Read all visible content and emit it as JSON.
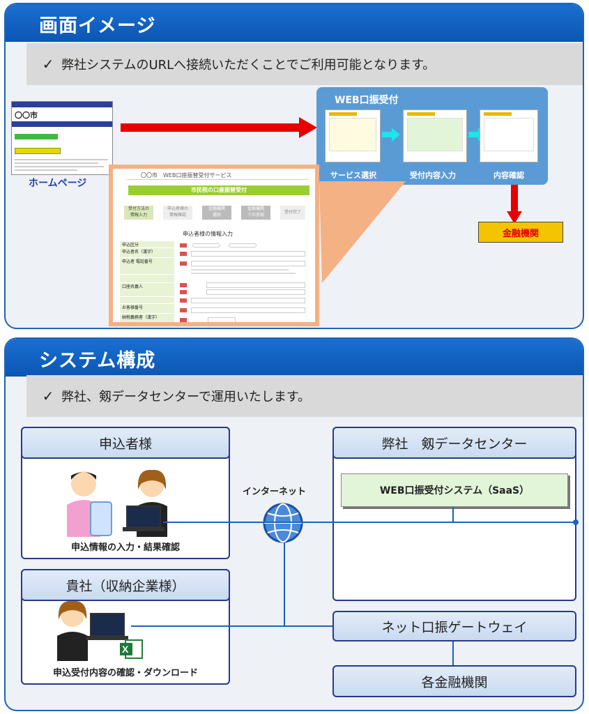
{
  "section1": {
    "title": "画面イメージ",
    "bullet": "弊社システムのURLへ接続いただくことでご利用可能となります。",
    "homepage": {
      "logo": "〇〇市",
      "caption": "ホームページ"
    },
    "web_panel": {
      "title": "WEB口振受付",
      "steps": [
        "サービス選択",
        "受付内容入力",
        "内容確認"
      ]
    },
    "bank_box": "金融機関",
    "form": {
      "header": "〇〇市　WEB口座振替受付サービス",
      "banner": "市民税の口座振替受付",
      "steps": [
        "受付方法の\n情報入力",
        "申込者様の\n情報確認",
        "金融機関\n選択",
        "金融機関\nでの手続",
        "受付完了"
      ],
      "heading": "申込者様の情報入力",
      "rows": [
        "申込区分",
        "申込者名（漢字）",
        "申込者 電話番号",
        "",
        "口座名義人",
        "",
        "お客様番号",
        "納税義務者（漢字）",
        "",
        ""
      ]
    }
  },
  "section2": {
    "title": "システム構成",
    "bullet": "弊社、剱データセンターで運用いたします。",
    "applicant": {
      "title": "申込者様",
      "caption": "申込情報の入力・結果確認"
    },
    "company": {
      "title": "貴社（収納企業様）",
      "caption": "申込受付内容の確認・ダウンロード"
    },
    "internet_label": "インターネット",
    "datacenter": {
      "title": "弊社　剱データセンター",
      "system": "WEB口振受付システム（SaaS）"
    },
    "gateway": "ネット口振ゲートウェイ",
    "banks": "各金融機関"
  },
  "colors": {
    "brand_blue": "#1d63b8",
    "arrow_red": "#e60000",
    "bank_yellow": "#f5c400",
    "form_green": "#9acd32"
  }
}
